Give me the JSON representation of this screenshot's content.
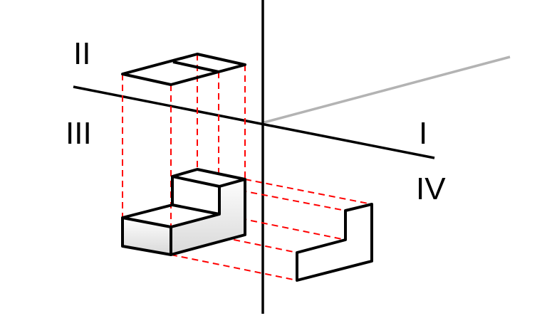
{
  "labels": {
    "plane_2": "II",
    "plane_3": "III",
    "plane_1": "I",
    "plane_4": "IV"
  },
  "colors": {
    "object_lines": "#000000",
    "projection_lines": "#ff0000",
    "third_axis": "#b0b0b0"
  }
}
